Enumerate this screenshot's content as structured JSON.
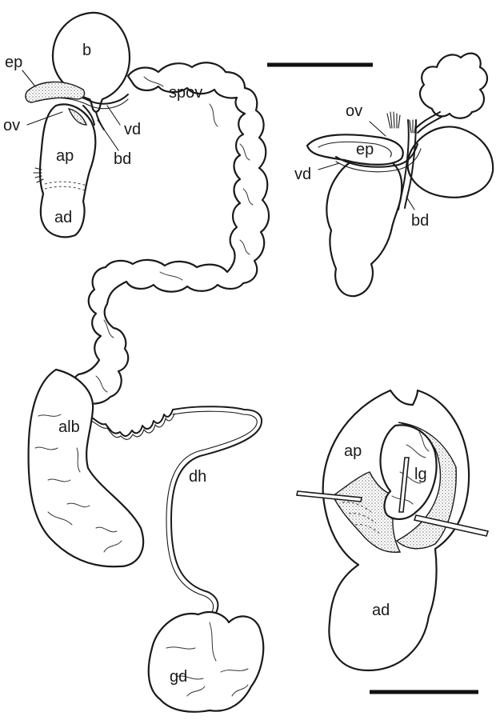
{
  "labels": {
    "b": "b",
    "ep": "ep",
    "ov": "ov",
    "ap": "ap",
    "bd": "bd",
    "vd": "vd",
    "ad": "ad",
    "spov": "spov",
    "alb": "alb",
    "dh": "dh",
    "gd": "gd",
    "inset1_ov": "ov",
    "inset1_ep": "ep",
    "inset1_vd": "vd",
    "inset1_bd": "bd",
    "inset2_ap": "ap",
    "inset2_lg": "lg",
    "inset2_ad": "ad"
  },
  "colors": {
    "ink": "#1a1a1a",
    "background": "#ffffff"
  }
}
